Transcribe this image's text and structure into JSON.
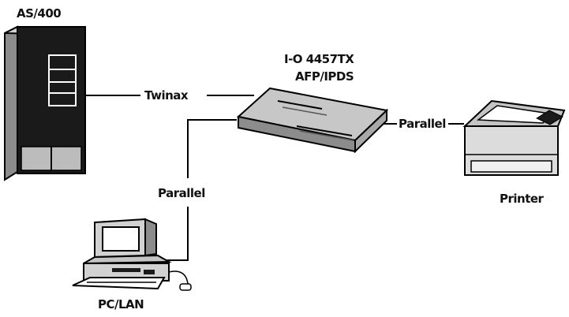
{
  "nodes": {
    "as400": {
      "label": "AS/400"
    },
    "converter": {
      "label_line1": "I-O 4457TX",
      "label_line2": "AFP/IPDS"
    },
    "printer": {
      "label": "Printer"
    },
    "pc": {
      "label": "PC/LAN"
    }
  },
  "connections": {
    "as400_converter": {
      "label": "Twinax"
    },
    "converter_printer": {
      "label": "Parallel"
    },
    "pc_converter": {
      "label": "Parallel"
    }
  },
  "colors": {
    "outline": "#000000",
    "dark_fill": "#1a1a1a",
    "mid_gray": "#8c8c8c",
    "light_gray": "#d2d2d2",
    "paper": "#ffffff"
  }
}
